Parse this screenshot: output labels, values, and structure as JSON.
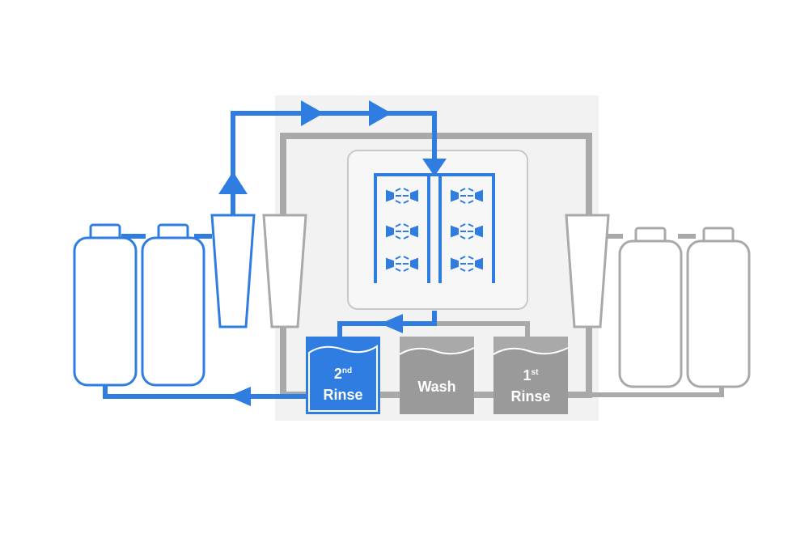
{
  "colors": {
    "active": "#2f7de1",
    "inactive": "#a9a9a9",
    "background_panel": "#f2f2f2",
    "chamber_fill": "#f7f7f7",
    "label_text": "#ffffff"
  },
  "tanks": [
    {
      "name": "second-rinse",
      "line1": "2",
      "sup": "nd",
      "line2": "Rinse",
      "state": "active"
    },
    {
      "name": "wash",
      "line1": "Wash",
      "sup": "",
      "line2": "",
      "state": "inactive"
    },
    {
      "name": "first-rinse",
      "line1": "1",
      "sup": "st",
      "line2": "Rinse",
      "state": "inactive"
    }
  ],
  "icons": {
    "arrow": "arrow-icon",
    "spray_nozzle": "spray-nozzle-icon",
    "filter": "filter-cartridge-icon",
    "bottle": "storage-bottle-icon"
  }
}
